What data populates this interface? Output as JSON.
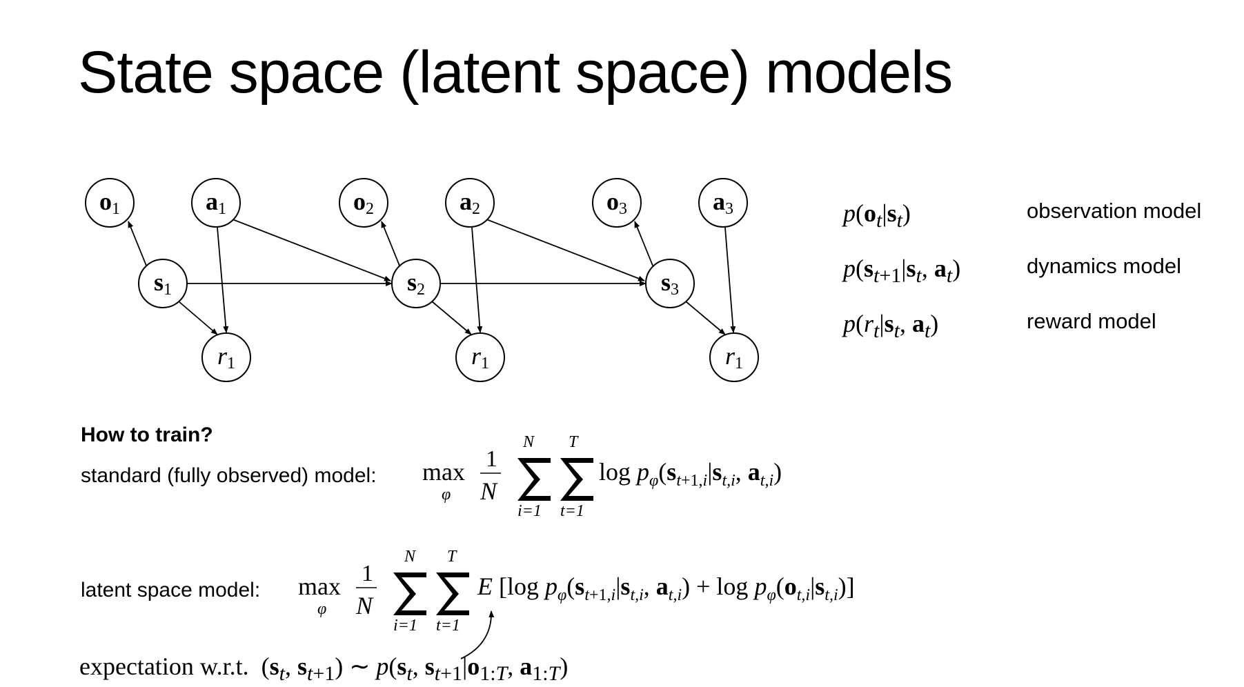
{
  "slide": {
    "title": "State space (latent space) models"
  },
  "diagram": {
    "nodes": {
      "o1": "o",
      "o1_sub": "1",
      "a1": "a",
      "a1_sub": "1",
      "s1": "s",
      "s1_sub": "1",
      "r1a": "r",
      "r1a_sub": "1",
      "o2": "o",
      "o2_sub": "2",
      "a2": "a",
      "a2_sub": "2",
      "s2": "s",
      "s2_sub": "2",
      "r1b": "r",
      "r1b_sub": "1",
      "o3": "o",
      "o3_sub": "3",
      "a3": "a",
      "a3_sub": "3",
      "s3": "s",
      "s3_sub": "3",
      "r1c": "r",
      "r1c_sub": "1"
    }
  },
  "models": [
    {
      "equation": "p(o_t|s_t)",
      "label": "observation model"
    },
    {
      "equation": "p(s_{t+1}|s_t, a_t)",
      "label": "dynamics model"
    },
    {
      "equation": "p(r_t|s_t, a_t)",
      "label": "reward model"
    }
  ],
  "training": {
    "heading": "How to train?",
    "standard_label": "standard (fully observed) model:",
    "latent_label": "latent space model:",
    "expectation_text": "expectation w.r.t."
  },
  "formula": {
    "max": "max",
    "phi": "φ",
    "one": "1",
    "N": "N",
    "T": "T",
    "i_eq_1": "i=1",
    "t_eq_1": "t=1",
    "log": "log",
    "E": "E"
  }
}
